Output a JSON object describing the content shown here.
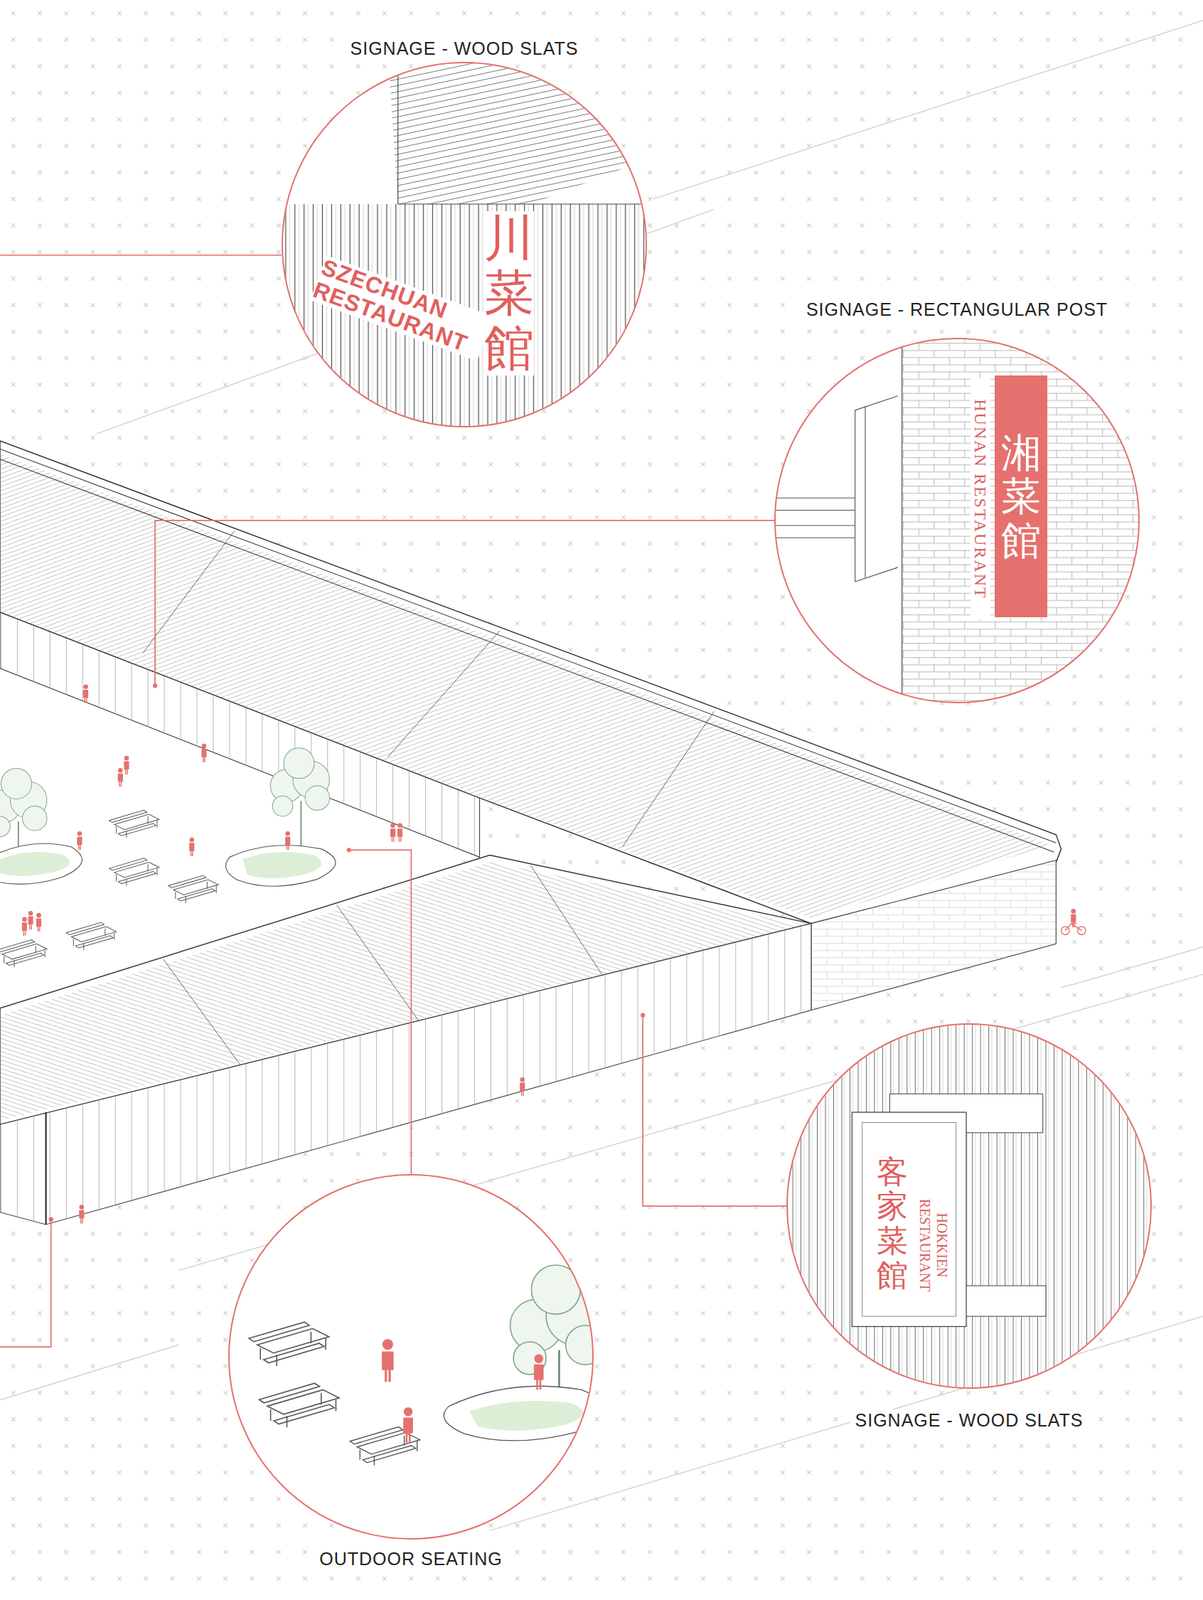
{
  "diagram": {
    "nodes": [
      {
        "text": [
          "SIGNAGE - WOOD SLATS",
          "SZECHUAN RESTAURANT",
          "川菜館"
        ]
      },
      {
        "text": [
          "SIGNAGE - RECTANGULAR POST",
          "HUNAN RESTAURANT"
        ]
      },
      {
        "text": [
          "湘菜館"
        ],
        "in": 1
      },
      {
        "text": [
          "SIGNAGE - WOOD SLATS",
          "客家菜館",
          "HOKKIEN RESTAURANT"
        ]
      },
      {
        "text": [
          "OUTDOOR SEATING"
        ]
      }
    ]
  }
}
